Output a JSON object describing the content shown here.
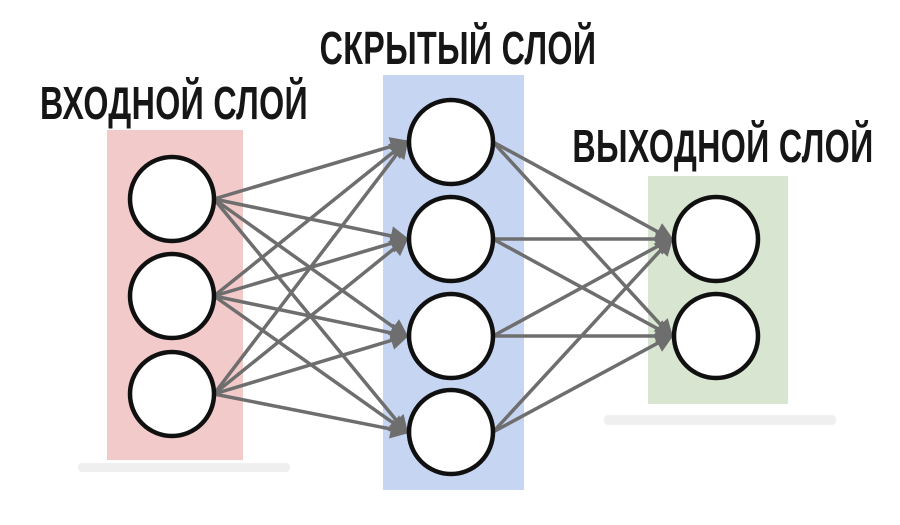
{
  "network": {
    "title": "СКРЫТЫЙ СЛОЙ",
    "connectivity": "full",
    "edge_color": "#6e6e6e",
    "node_fill": "#ffffff",
    "node_stroke": "#101010",
    "layers": [
      {
        "id": "input",
        "label": "ВХОДНОЙ СЛОЙ",
        "nodes": 3,
        "bg_color": "#f3caca"
      },
      {
        "id": "hidden",
        "label": "СКРЫТЫЙ СЛОЙ",
        "nodes": 4,
        "bg_color": "#c6d5f2"
      },
      {
        "id": "output",
        "label": "ВЫХОДНОЙ СЛОЙ",
        "nodes": 2,
        "bg_color": "#d8e5d0"
      }
    ]
  }
}
